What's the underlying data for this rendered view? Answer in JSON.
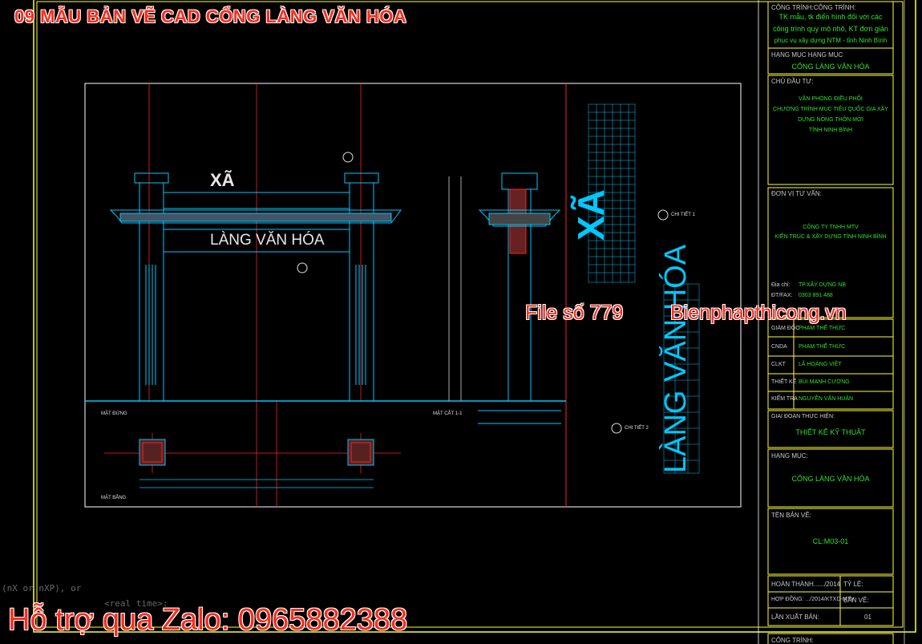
{
  "overlay": {
    "title": "09 MẪU BẢN VẼ CAD CỔNG LÀNG VĂN HÓA",
    "file_no": "File số 779",
    "site": "Bienphapthicong.vn",
    "zalo": "Hỗ trợ qua Zalo: 0965882388"
  },
  "command_line": {
    "line1": "(nX or nXP), or",
    "line2": "<real time>:"
  },
  "drawing": {
    "front_village_word": "XÃ",
    "front_name": "LÀNG VĂN HÓA",
    "section_label": "MẶT CẮT 1-1",
    "front_label": "MẶT ĐỨNG",
    "plan_label": "MẶT BẰNG",
    "detail1": "CHI TIẾT 1",
    "detail2": "CHI TIẾT 2",
    "vertical_xa": "XÃ",
    "vertical_name": "LÀNG VĂN HÓA"
  },
  "title_block": {
    "project_label": "CÔNG TRÌNH:CÔNG TRÌNH:",
    "project_text": [
      "TK mẫu, tk điển hình đối với các",
      "công trình quy mô nhỏ, KT đơn giản",
      "phục vụ xây dựng NTM - tỉnh Ninh Bình"
    ],
    "item_label": "HẠNG MỤC     HẠNG MỤC",
    "item_text": "CỔNG LÀNG VĂN HÓA",
    "owner_label": "CHỦ ĐẦU TƯ:",
    "owner_text": [
      "VĂN PHÒNG ĐIỀU PHỐI",
      "CHƯƠNG TRÌNH MỤC TIÊU QUỐC GIA XÂY",
      "DỰNG NÔNG THÔN MỚI",
      "TỈNH NINH BÌNH"
    ],
    "consultant_label": "ĐƠN VỊ TƯ VẤN:",
    "consultant_text": [
      "CÔNG TY TNHH MTV",
      "KIẾN TRÚC & XÂY DỰNG TỈNH NINH BÌNH"
    ],
    "address_rows": [
      {
        "k": "Địa chỉ:",
        "v": "TP.XÂY DỰNG NB"
      },
      {
        "k": "ĐT/FAX:",
        "v": "0303 891 488"
      }
    ],
    "signers": [
      {
        "role": "GIÁM ĐỐC",
        "name": "PHẠM THẾ THỨC"
      },
      {
        "role": "CNDA",
        "name": "PHẠM THẾ THỨC"
      },
      {
        "role": "CLKT",
        "name": "LÃ HOÀNG VIỆT"
      },
      {
        "role": "THIẾT KẾ",
        "name": "BÙI MẠNH CƯỜNG"
      },
      {
        "role": "KIỂM TRA",
        "name": "NGUYỄN VĂN HUÂN"
      }
    ],
    "phase_label": "GIAI ĐOẠN THỰC HIỆN:",
    "phase_text": "THIẾT KẾ KỸ THUẬT",
    "item2_label": "HẠNG MỤC:",
    "item2_text": "CỔNG LÀNG VĂN HÓA",
    "sheet_label": "TÊN BẢN VẼ:",
    "sheet_code": "CL:M03-01",
    "completed_label": "HOÀN THÀNH....../2014",
    "scale_label": "TỶ LỆ:",
    "contract_label": "HỢP ĐỒNG: .../2014/KTXD-MTV",
    "sheet_no_label": "BẢN VẼ:",
    "revision_label": "LẦN XUẤT BẢN:",
    "revision_value": "01",
    "bottom_label": "CÔNG TRÌNH:"
  },
  "colors": {
    "overlay_red": "#ff2a1a",
    "frame_yellow": "#ffff33",
    "cad_cyan": "#00c8ff",
    "cad_red": "#ff2020",
    "cad_green": "#30e030"
  }
}
